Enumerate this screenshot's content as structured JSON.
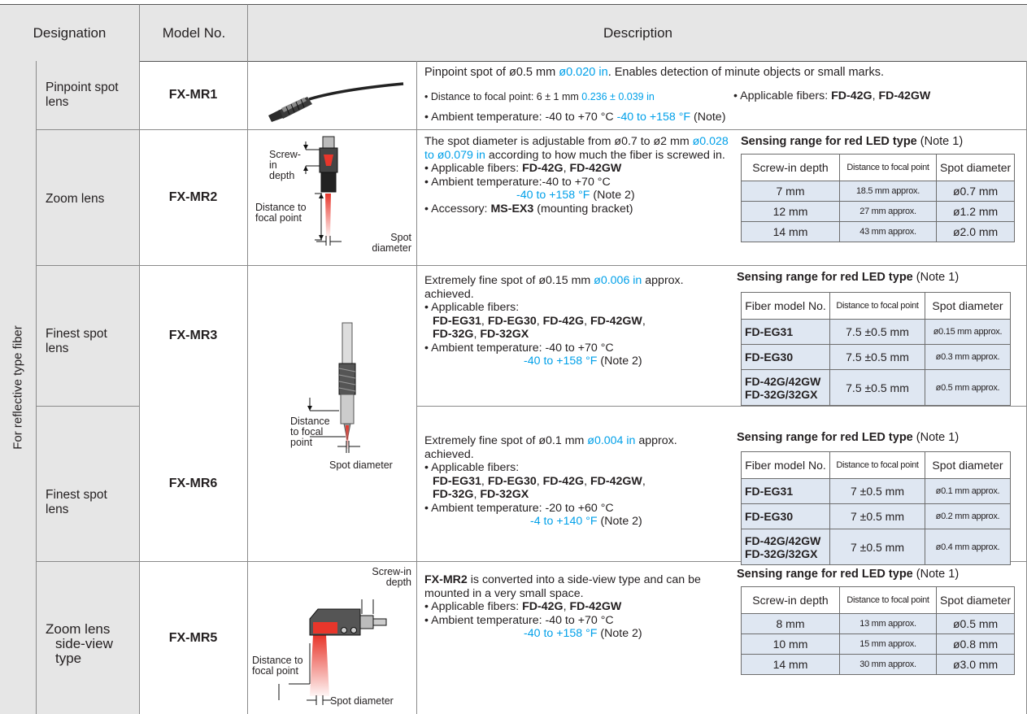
{
  "header": {
    "designation": "Designation",
    "model_no": "Model No.",
    "description": "Description"
  },
  "group_label": "For reflective type fiber",
  "table_titles": {
    "sensing_bold": "Sensing range for red LED type",
    "sensing_note": "(Note 1)"
  },
  "rows": {
    "mr1": {
      "name": "Pinpoint spot lens",
      "model": "FX-MR1",
      "d1a": "Pinpoint spot of ø0.5 mm ",
      "d1b": "ø0.020 in",
      "d1c": ". Enables detection of minute objects or small marks.",
      "d2a": "• Distance to focal point: 6 ± 1 mm ",
      "d2b": "0.236 ± 0.039 in",
      "d2c": "• Applicable fibers: ",
      "d2d": "FD-42G",
      "d2e": ", ",
      "d2f": "FD-42GW",
      "d3a": "• Ambient temperature: -40 to +70 °C ",
      "d3b": "-40 to +158 °F",
      "d3c": " (Note)"
    },
    "mr2": {
      "name": "Zoom lens",
      "model": "FX-MR2",
      "l1": "Screw-in depth",
      "l2": "Distance to focal point",
      "l3": "Spot diameter",
      "d1a": "The spot diameter is adjustable from ø0.7 to ø2 mm ",
      "d1b": "ø0.028 to ø0.079 in",
      "d1c": " according to how much the fiber is screwed in.",
      "d2a": "• Applicable fibers: ",
      "d2b": "FD-42G",
      "d2c": ", ",
      "d2d": "FD-42GW",
      "d3a": "• Ambient temperature:-40 to +70 °C",
      "d3b": "-40 to +158 °F",
      "d3c": " (Note 2)",
      "d4a": "• Accessory: ",
      "d4b": "MS-EX3",
      "d4c": " (mounting bracket)",
      "thead": [
        "Screw-in depth",
        "Distance to focal point",
        "Spot diameter"
      ],
      "trows": [
        [
          "7 mm",
          "18.5 mm approx.",
          "ø0.7 mm"
        ],
        [
          "12 mm",
          "27 mm approx.",
          "ø1.2 mm"
        ],
        [
          "14 mm",
          "43 mm approx.",
          "ø2.0 mm"
        ]
      ]
    },
    "mr3": {
      "name": "Finest spot lens",
      "model": "FX-MR3",
      "d1a": "Extremely fine spot of ø0.15 mm ",
      "d1b": "ø0.006 in",
      "d1c": " approx. achieved.",
      "d2": "• Applicable fibers:",
      "f1": "FD-EG31",
      "f2": "FD-EG30",
      "f3": "FD-42G",
      "f4": "FD-42GW",
      "f5": "FD-32G",
      "f6": "FD-32GX",
      "sep": ", ",
      "d3a": "• Ambient temperature: -40 to +70 °C",
      "d3b": "-40 to +158 °F",
      "d3c": " (Note 2)",
      "thead": [
        "Fiber model No.",
        "Distance to focal point",
        "Spot diameter"
      ],
      "trows": [
        [
          "FD-EG31",
          "7.5 ±0.5 mm",
          "ø0.15 mm approx."
        ],
        [
          "FD-EG30",
          "7.5 ±0.5 mm",
          "ø0.3 mm approx."
        ]
      ],
      "trow3a": "FD-42G/42GW",
      "trow3b": "FD-32G/32GX",
      "trow3c": "7.5 ±0.5 mm",
      "trow3d": "ø0.5 mm approx."
    },
    "shared_diagram": {
      "l1": "Distance to focal point",
      "l2": "Spot diameter"
    },
    "mr6": {
      "name": "Finest spot lens",
      "model": "FX-MR6",
      "d1a": "Extremely fine spot of ø0.1 mm ",
      "d1b": "ø0.004 in",
      "d1c": " approx. achieved.",
      "d2": "• Applicable fibers:",
      "d3a": "• Ambient temperature: -20 to +60 °C",
      "d3b": "-4 to +140 °F",
      "d3c": " (Note 2)",
      "thead": [
        "Fiber model No.",
        "Distance to focal point",
        "Spot diameter"
      ],
      "trows": [
        [
          "FD-EG31",
          "7 ±0.5 mm",
          "ø0.1 mm approx."
        ],
        [
          "FD-EG30",
          "7 ±0.5 mm",
          "ø0.2 mm approx."
        ]
      ],
      "trow3a": "FD-42G/42GW",
      "trow3b": "FD-32G/32GX",
      "trow3c": "7 ±0.5 mm",
      "trow3d": "ø0.4 mm approx."
    },
    "mr5": {
      "name1": "Zoom lens",
      "name2": "side-view",
      "name3": "type",
      "model": "FX-MR5",
      "l1": "Screw-in depth",
      "l2": "Distance to focal point",
      "l3": "Spot diameter",
      "d1a": "FX-MR2",
      "d1b": " is converted into a side-view type and can be mounted in a very small space.",
      "d2a": "• Applicable fibers: ",
      "d2b": "FD-42G",
      "d2c": ", ",
      "d2d": "FD-42GW",
      "d3a": "• Ambient temperature: -40 to +70 °C",
      "d3b": "-40 to +158 °F",
      "d3c": " (Note 2)",
      "thead": [
        "Screw-in depth",
        "Distance to focal point",
        "Spot diameter"
      ],
      "trows": [
        [
          "8 mm",
          "13 mm approx.",
          "ø0.5 mm"
        ],
        [
          "10 mm",
          "15 mm approx.",
          "ø0.8 mm"
        ],
        [
          "14 mm",
          "30 mm approx.",
          "ø3.0 mm"
        ]
      ]
    }
  },
  "colors": {
    "accent_cyan": "#00a0e9",
    "header_grey": "#e6e6e6",
    "table_row_blue": "#dfe7f2",
    "beam_red": "#e8362b"
  }
}
